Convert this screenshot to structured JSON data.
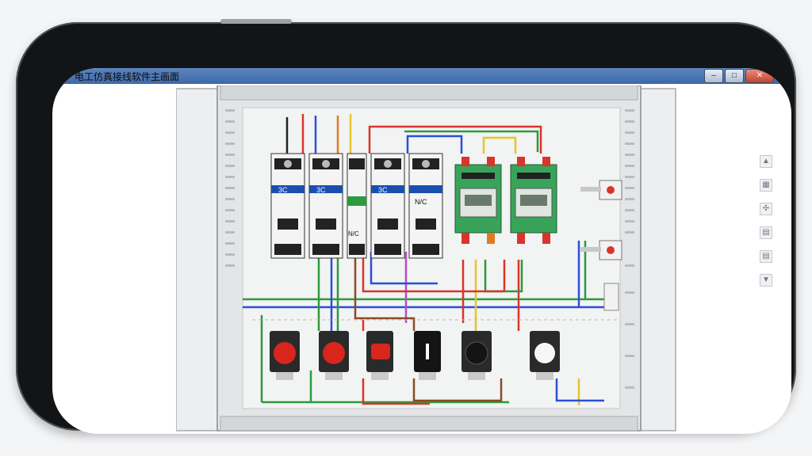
{
  "window": {
    "title": "电工仿真接线软件主画面",
    "minimize_glyph": "–",
    "maximize_glyph": "□",
    "close_glyph": "✕"
  },
  "breakers": [
    {
      "label": "3C"
    },
    {
      "label": "3C"
    },
    {
      "label": "N/C"
    },
    {
      "label": "3C"
    },
    {
      "label": "N/C"
    }
  ],
  "side_toolbar": {
    "icons": [
      "arrow-up-icon",
      "panel-icon",
      "fan-icon",
      "document-icon",
      "document-icon",
      "arrow-down-icon"
    ],
    "glyphs": [
      "▲",
      "▦",
      "✣",
      "▤",
      "▤",
      "▼"
    ]
  },
  "colors": {
    "titlebar": "#4a74b3",
    "wire_red": "#d9352b",
    "wire_blue": "#2a4fd6",
    "wire_green": "#2c9a3d",
    "wire_yellow": "#e3c62a",
    "wire_brown": "#8a4a24",
    "wire_black": "#222222",
    "button_red": "#d8261c",
    "button_black": "#141414",
    "button_white": "#f6f6f6",
    "contactor_green": "#39a35a"
  },
  "pushbuttons": [
    {
      "name": "stop-button-red-1",
      "color": "#d8261c"
    },
    {
      "name": "stop-button-red-2",
      "color": "#d8261c"
    },
    {
      "name": "mushroom-button-red",
      "color": "#d8261c"
    },
    {
      "name": "selector-switch-black",
      "color": "#141414"
    },
    {
      "name": "start-button-black",
      "color": "#141414"
    },
    {
      "name": "start-button-white",
      "color": "#f6f6f6"
    }
  ]
}
